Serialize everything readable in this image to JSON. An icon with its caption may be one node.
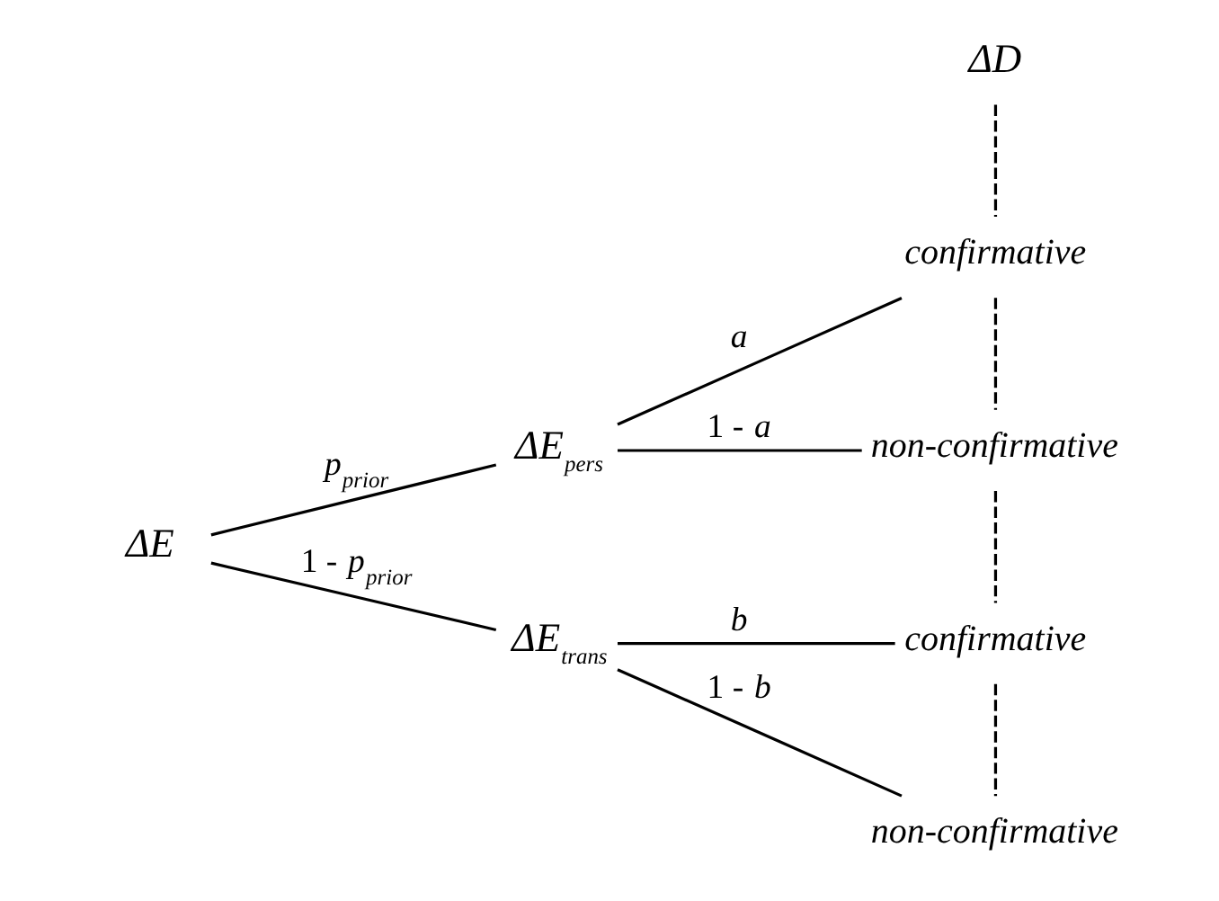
{
  "diagram": {
    "nodes": [
      {
        "text": [
          "ΔE"
        ]
      },
      {
        "text": [
          "ΔE$_{pers}$"
        ]
      },
      {
        "text": [
          "ΔE$_{trans}$"
        ]
      },
      {
        "text": [
          "confirmative"
        ]
      },
      {
        "text": [
          "non-confirmative"
        ]
      },
      {
        "text": [
          "confirmative"
        ]
      },
      {
        "text": [
          "non-confirmative"
        ]
      },
      {
        "text": [
          "ΔD"
        ]
      }
    ],
    "edges": [
      {
        "from": 0,
        "to": 1,
        "arrow": "none",
        "label": "*p*$_{prior}$"
      },
      {
        "from": 0,
        "to": 2,
        "arrow": "none",
        "label": "1 - *p*$_{prior}$"
      },
      {
        "from": 1,
        "to": 3,
        "arrow": "none",
        "label": "a"
      },
      {
        "from": 1,
        "to": 4,
        "arrow": "none",
        "label": "1 - *a*"
      },
      {
        "from": 2,
        "to": 5,
        "arrow": "none",
        "label": "b"
      },
      {
        "from": 2,
        "to": 6,
        "arrow": "none",
        "label": "1 - *b*"
      },
      {
        "from": 7,
        "to": 3,
        "arrow": "none",
        "style": "dashed"
      },
      {
        "from": 3,
        "to": 4,
        "arrow": "none",
        "style": "dashed"
      },
      {
        "from": 4,
        "to": 5,
        "arrow": "none",
        "style": "dashed"
      },
      {
        "from": 5,
        "to": 6,
        "arrow": "none",
        "style": "dashed"
      }
    ]
  }
}
